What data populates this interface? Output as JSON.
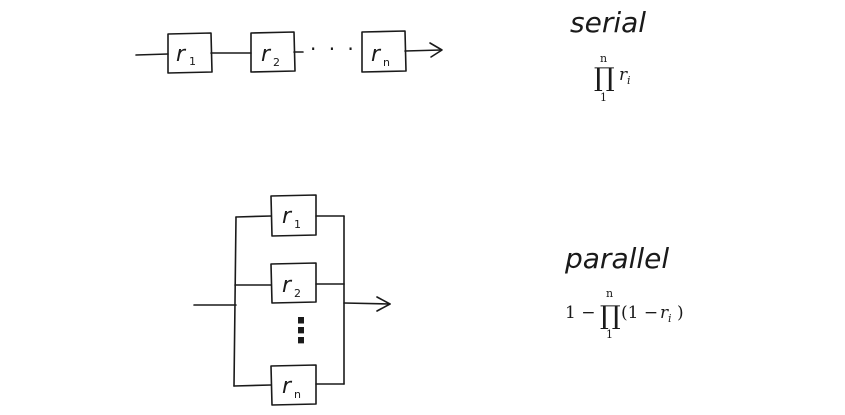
{
  "serial": {
    "title": "serial",
    "formula": {
      "product_symbol": "∏",
      "upper_limit": "n",
      "lower_limit": "1",
      "variable": "r",
      "index": "i"
    },
    "blocks": [
      {
        "letter": "r",
        "index": "1"
      },
      {
        "letter": "r",
        "index": "2"
      },
      {
        "letter": "r",
        "index": "n"
      }
    ],
    "ellipsis": "· · ·"
  },
  "parallel": {
    "title": "parallel",
    "formula": {
      "prefix": "1 −",
      "product_symbol": "∏",
      "upper_limit": "n",
      "lower_limit": "1",
      "term_open": "(1 −",
      "variable": "r",
      "index": "i",
      "term_close": ")"
    },
    "blocks": [
      {
        "letter": "r",
        "index": "1"
      },
      {
        "letter": "r",
        "index": "2"
      },
      {
        "letter": "r",
        "index": "n"
      }
    ],
    "ellipsis": "⋮"
  }
}
